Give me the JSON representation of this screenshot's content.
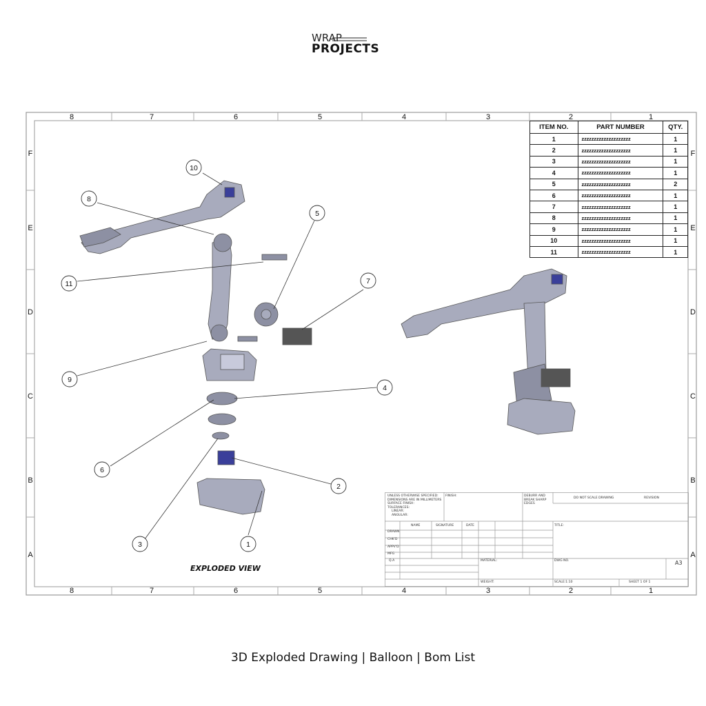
{
  "logo": {
    "line1": "WRAP",
    "line2": "PROJECTS"
  },
  "caption": "3D Exploded Drawing | Balloon | Bom List",
  "frame": {
    "columns": [
      "8",
      "7",
      "6",
      "5",
      "4",
      "3",
      "2",
      "1"
    ],
    "rows": [
      "F",
      "E",
      "D",
      "C",
      "B",
      "A"
    ]
  },
  "bom": {
    "headers": [
      "ITEM NO.",
      "PART NUMBER",
      "QTY."
    ],
    "rows": [
      {
        "item": "1",
        "part": "zzzzzzzzzzzzzzzzzzzz",
        "qty": "1"
      },
      {
        "item": "2",
        "part": "zzzzzzzzzzzzzzzzzzzz",
        "qty": "1"
      },
      {
        "item": "3",
        "part": "zzzzzzzzzzzzzzzzzzzz",
        "qty": "1"
      },
      {
        "item": "4",
        "part": "zzzzzzzzzzzzzzzzzzzz",
        "qty": "1"
      },
      {
        "item": "5",
        "part": "zzzzzzzzzzzzzzzzzzzz",
        "qty": "2"
      },
      {
        "item": "6",
        "part": "zzzzzzzzzzzzzzzzzzzz",
        "qty": "1"
      },
      {
        "item": "7",
        "part": "zzzzzzzzzzzzzzzzzzzz",
        "qty": "1"
      },
      {
        "item": "8",
        "part": "zzzzzzzzzzzzzzzzzzzz",
        "qty": "1"
      },
      {
        "item": "9",
        "part": "zzzzzzzzzzzzzzzzzzzz",
        "qty": "1"
      },
      {
        "item": "10",
        "part": "zzzzzzzzzzzzzzzzzzzz",
        "qty": "1"
      },
      {
        "item": "11",
        "part": "zzzzzzzzzzzzzzzzzzzz",
        "qty": "1"
      }
    ]
  },
  "balloons": [
    "1",
    "2",
    "3",
    "4",
    "5",
    "6",
    "7",
    "8",
    "9",
    "10",
    "11"
  ],
  "exploded_label": "EXPLODED VIEW",
  "title_block": {
    "tolerances": [
      "UNLESS OTHERWISE SPECIFIED:",
      "DIMENSIONS ARE IN MILLIMETERS",
      "SURFACE FINISH:",
      "TOLERANCES:",
      "LINEAR:",
      "ANGULAR:"
    ],
    "finish": "FINISH:",
    "deburr": [
      "DEBURR AND",
      "BREAK SHARP",
      "EDGES"
    ],
    "do_not_scale": "DO NOT SCALE DRAWING",
    "revision": "REVISION",
    "headers": [
      "NAME",
      "SIGNATURE",
      "DATE"
    ],
    "roles": [
      "DRAWN",
      "CHK'D",
      "APPV'D",
      "MFG",
      "Q.A"
    ],
    "title": "TITLE:",
    "material": "MATERIAL:",
    "dwg_no": "DWG NO.",
    "size": "A3",
    "weight": "WEIGHT:",
    "scale": "SCALE:1:10",
    "sheet": "SHEET 1 OF 1"
  }
}
